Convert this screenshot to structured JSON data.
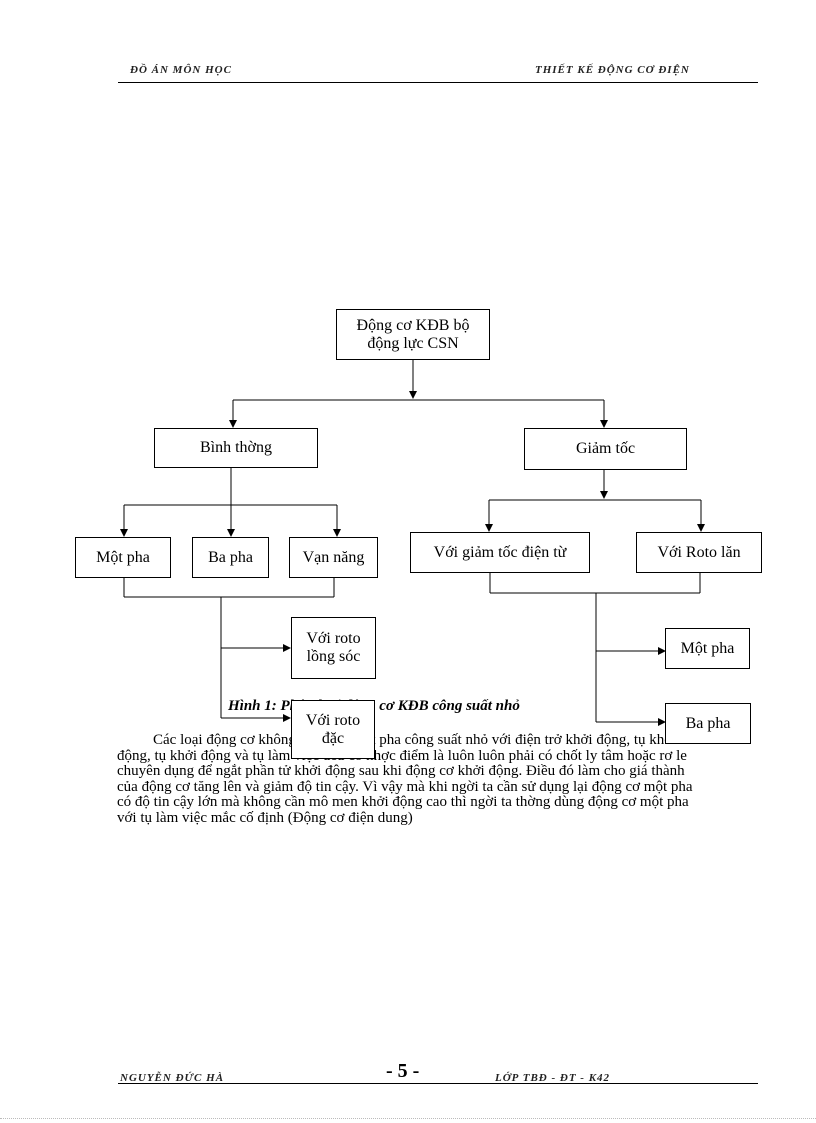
{
  "header": {
    "left": "ĐỒ ÁN MÔN HỌC",
    "right": "THIẾT KẾ ĐỘNG CƠ ĐIỆN"
  },
  "diagram": {
    "root": "Động cơ KĐB bộ động lực CSN",
    "branch_left": "Bình thờng",
    "branch_right": "Giảm tốc",
    "left_children": [
      "Một pha",
      "Ba pha",
      "Vạn năng"
    ],
    "right_children": [
      "Với giảm tốc điện từ",
      "Với Roto lăn"
    ],
    "left_leaves": [
      "Với roto lồng sóc",
      "Với roto đặc"
    ],
    "right_leaves": [
      "Một pha",
      "Ba pha"
    ]
  },
  "caption": "Hình 1: Phân loại động cơ KĐB công suất nhỏ",
  "paragraph": "Các loại động cơ không đồng bộ một pha công suất nhỏ với điện trở khởi động, tụ khởi động, tụ khởi động và tụ làm việc đều có nhợc điểm là luôn luôn phải có chốt ly tâm hoặc rơ le chuyên dụng để ngắt phần tử khởi động sau khi động cơ khởi động. Điều đó làm cho giá thành của động cơ tăng lên và giảm độ tin cậy. Vì vậy mà khi ngời ta cần sử dụng lại động cơ một pha có độ tin cậy lớn mà không cần mô men khởi động cao thì ngời ta thờng dùng động cơ một pha với tụ làm việc mắc cố định (Động cơ điện dung)",
  "footer": {
    "left": "NGUYỄN ĐỨC HÀ",
    "page_number": "- 5 -",
    "right": "LỚP TBĐ - ĐT - K42"
  }
}
